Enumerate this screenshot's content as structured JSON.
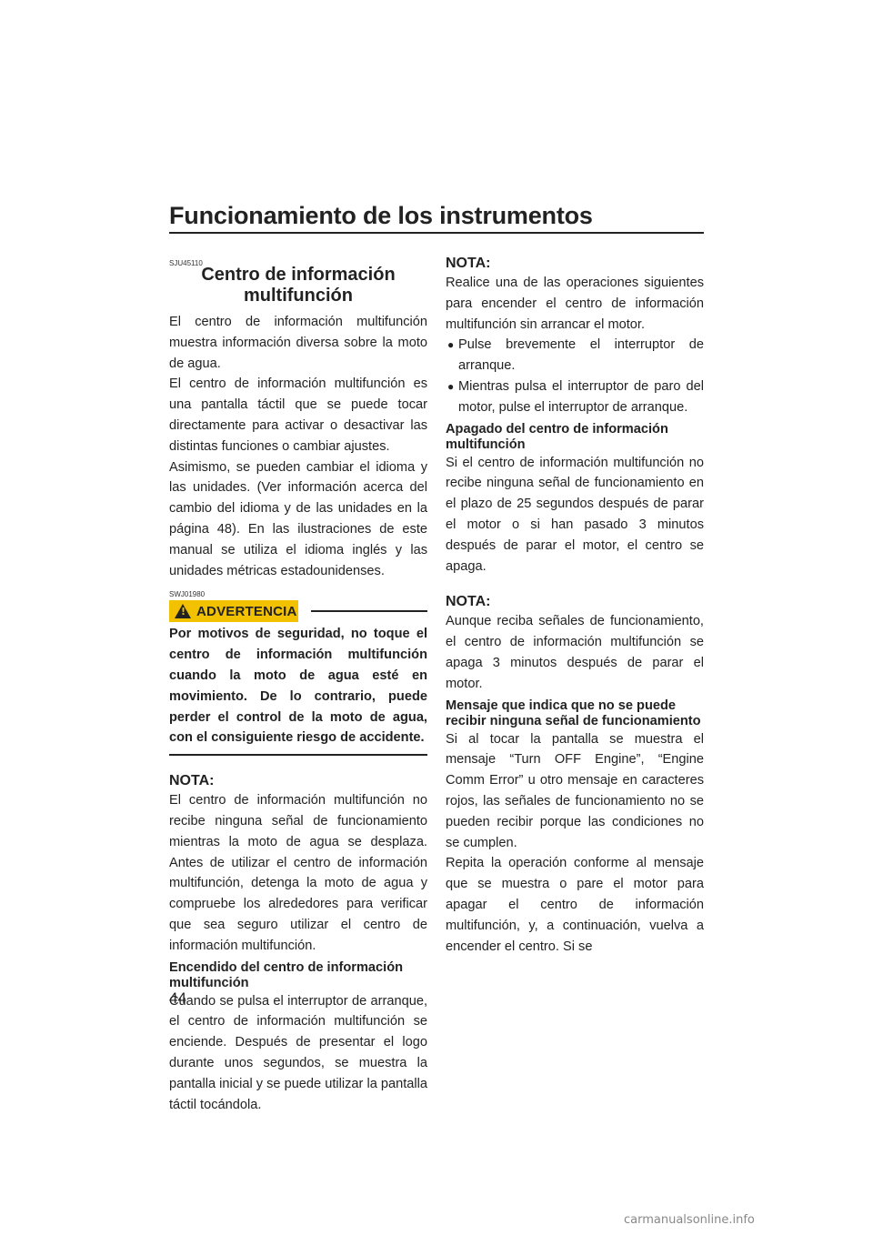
{
  "header": {
    "title": "Funcionamiento de los instrumentos",
    "page_number": "44"
  },
  "left": {
    "section_code": "SJU45110",
    "section_title": "Centro de información multifunción",
    "para1": "El centro de información multifunción muestra información diversa sobre la moto de agua.",
    "para2": "El centro de información multifunción es una pantalla táctil que se puede tocar directamente para activar o desactivar las distintas funciones o cambiar ajustes.",
    "para3": "Asimismo, se pueden cambiar el idioma y las unidades. (Ver información acerca del cambio del idioma y de las unidades en la página 48). En las ilustraciones de este manual se utiliza el idioma inglés y las unidades métricas estadounidenses.",
    "warning_code": "SWJ01980",
    "warning_label": "ADVERTENCIA",
    "warning_text": "Por motivos de seguridad, no toque el centro de información multifunción cuando la moto de agua esté en movimiento. De lo contrario, puede perder el control de la moto de agua, con el consiguiente riesgo de accidente.",
    "nota_label": "NOTA:",
    "nota_text": "El centro de información multifunción no recibe ninguna señal de funcionamiento mientras la moto de agua se desplaza. Antes de utilizar el centro de información multifunción, detenga la moto de agua y compruebe los alrededores para verificar que sea seguro utilizar el centro de información multifunción.",
    "sub_title": "Encendido del centro de información multifunción",
    "sub_text": "Cuando se pulsa el interruptor de arranque, el centro de información multifunción se enciende. Después de presentar el logo durante unos segundos, se muestra la pantalla inicial y se puede utilizar la pantalla táctil tocándola."
  },
  "right": {
    "nota1_label": "NOTA:",
    "nota1_text": "Realice una de las operaciones siguientes para encender el centro de información multifunción sin arrancar el motor.",
    "bullets": [
      "Pulse brevemente el interruptor de arranque.",
      "Mientras pulsa el interruptor de paro del motor, pulse el interruptor de arranque."
    ],
    "sub1_title": "Apagado del centro de información multifunción",
    "sub1_text": "Si el centro de información multifunción no recibe ninguna señal de funcionamiento en el plazo de 25 segundos después de parar el motor o si han pasado 3 minutos después de parar el motor, el centro se apaga.",
    "nota2_label": "NOTA:",
    "nota2_text": "Aunque reciba señales de funcionamiento, el centro de información multifunción se apaga 3 minutos después de parar el motor.",
    "sub2_title": "Mensaje que indica que no se puede recibir ninguna señal de funcionamiento",
    "sub2_text1": "Si al tocar la pantalla se muestra el mensaje “Turn OFF Engine”, “Engine Comm Error” u otro mensaje en caracteres rojos, las señales de funcionamiento no se pueden recibir porque las condiciones no se cumplen.",
    "sub2_text2": "Repita la operación conforme al mensaje que se muestra o pare el motor para apagar el centro de información multifunción, y, a continuación, vuelva a encender el centro. Si se"
  },
  "footer": {
    "watermark": "carmanualsonline.info"
  },
  "colors": {
    "warning_badge": "#f2c100"
  },
  "icons": {
    "warning": "warning-triangle-icon",
    "bullet": "bullet-dot-icon"
  }
}
